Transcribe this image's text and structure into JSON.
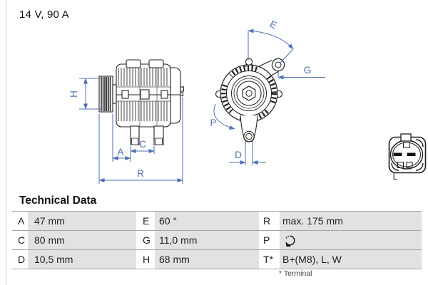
{
  "page": {
    "title": "14 V, 90 A"
  },
  "drawing": {
    "dim_labels": {
      "H": "H",
      "A": "A",
      "C": "C",
      "R": "R",
      "E": "E",
      "G": "G",
      "P": "P",
      "D": "D"
    },
    "connector_label": "L",
    "colors": {
      "dimension_blue": "#4d6fb4",
      "line_black": "#222222",
      "cell_gray": "#e2e2e2"
    }
  },
  "table": {
    "heading": "Technical Data",
    "rows": [
      {
        "c1": {
          "key": "A",
          "value": "47 mm"
        },
        "c2": {
          "key": "E",
          "value": "60 °"
        },
        "c3": {
          "key": "R",
          "value": "max. 175 mm"
        }
      },
      {
        "c1": {
          "key": "C",
          "value": "80 mm"
        },
        "c2": {
          "key": "G",
          "value": "11,0 mm"
        },
        "c3": {
          "key": "P",
          "value": "",
          "icon": "rotation-direction-icon"
        }
      },
      {
        "c1": {
          "key": "D",
          "value": "10,5 mm"
        },
        "c2": {
          "key": "H",
          "value": "68 mm"
        },
        "c3": {
          "key": "T*",
          "value": "B+(M8), L, W"
        }
      }
    ],
    "footnote": "* Terminal"
  }
}
